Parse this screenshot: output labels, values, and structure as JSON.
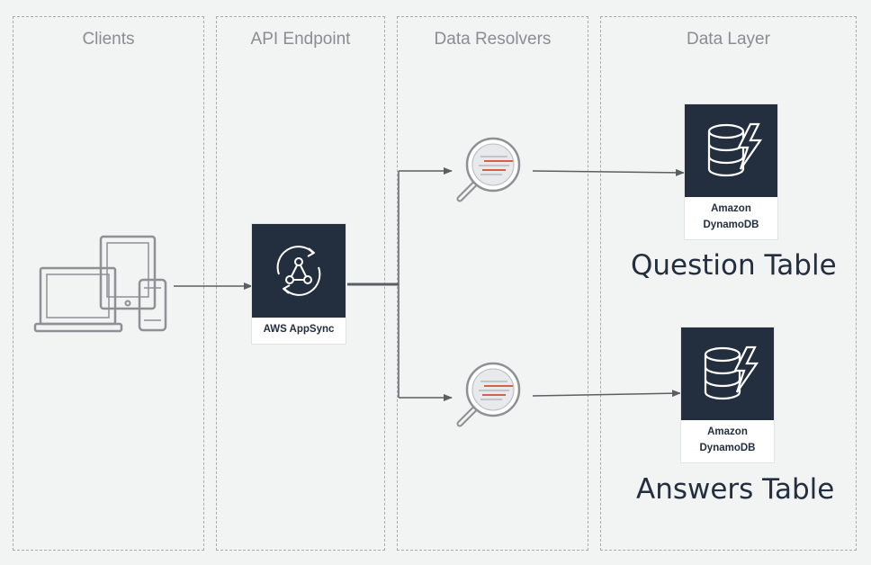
{
  "lanes": {
    "clients": "Clients",
    "api_endpoint": "API Endpoint",
    "data_resolvers": "Data Resolvers",
    "data_layer": "Data Layer"
  },
  "services": {
    "appsync": {
      "label": "AWS AppSync",
      "icon": "appsync-icon"
    },
    "dynamodb_question": {
      "label_line1": "Amazon",
      "label_line2": "DynamoDB",
      "icon": "dynamodb-icon"
    },
    "dynamodb_answers": {
      "label_line1": "Amazon",
      "label_line2": "DynamoDB",
      "icon": "dynamodb-icon"
    }
  },
  "tables": {
    "question": "Question Table",
    "answers": "Answers Table"
  },
  "clients_icon": "devices-icon",
  "resolver_icon": "resolver-magnifier-icon",
  "colors": {
    "background": "#f2f3f3",
    "lane_border": "#a9abad",
    "service_dark": "#232f3e",
    "arrow": "#5a5f66",
    "resolver_accent": "#d13212"
  }
}
